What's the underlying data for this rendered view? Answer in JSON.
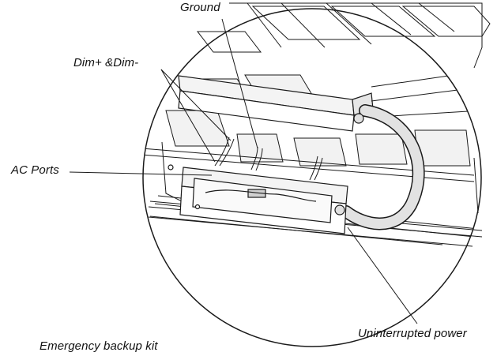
{
  "labels": {
    "ground": "Ground",
    "dim": "Dim+ &Dim-",
    "ac_ports": "AC Ports",
    "uninterrupted_power": "Uninterrupted power",
    "bottom_cutoff": "Emergency backup kit"
  },
  "colors": {
    "line": "#1a1a1a",
    "tray": "#ececec",
    "cable": "#d9d9d9"
  }
}
